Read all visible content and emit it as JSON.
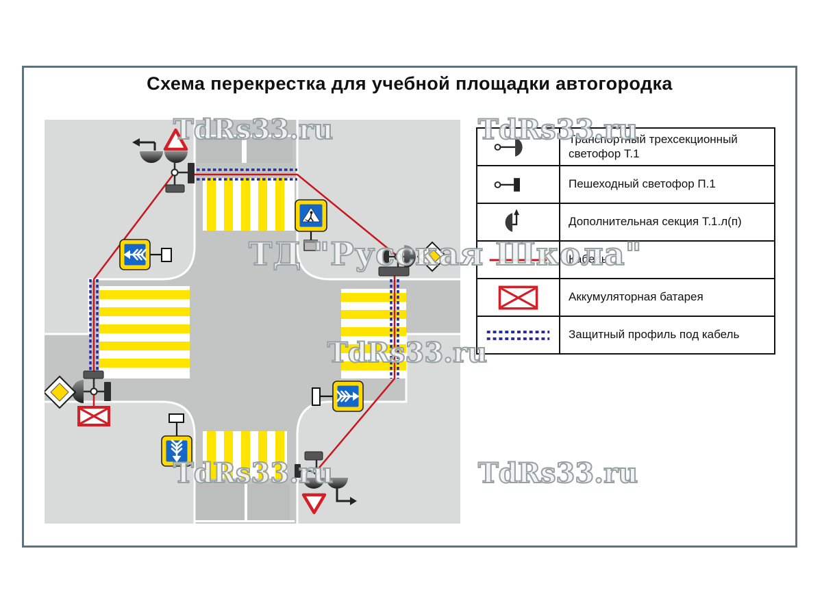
{
  "title": "Схема перекрестка для учебной площадки автогородка",
  "watermarks": {
    "site": "TdRs33.ru",
    "vendor": "ТД \"Русская Школа\""
  },
  "legend": {
    "rows": [
      {
        "icon": "transport-light-icon",
        "label": "Транспортный трехсекционный светофор Т.1"
      },
      {
        "icon": "pedestrian-light-icon",
        "label": "Пешеходный светофор П.1"
      },
      {
        "icon": "additional-section-icon",
        "label": "Дополнительная секция Т.1.л(п)"
      },
      {
        "icon": "cable-icon",
        "label": "Кабель"
      },
      {
        "icon": "battery-icon",
        "label": "Аккумуляторная батарея"
      },
      {
        "icon": "protective-profile-icon",
        "label": "Защитный профиль под кабель"
      }
    ]
  },
  "colors": {
    "frame": "#5e727c",
    "road": "#c3c5c5",
    "road_lane": "#bcbebe",
    "block": "#d9dada",
    "zebra_yellow": "#ffe400",
    "sign_blue": "#1467c8",
    "sign_yellow": "#ffd900",
    "red": "#d41f26",
    "cable_red": "#c8161d",
    "profile_blue": "#252b9e",
    "watermark_gray": "#97a0a0"
  }
}
